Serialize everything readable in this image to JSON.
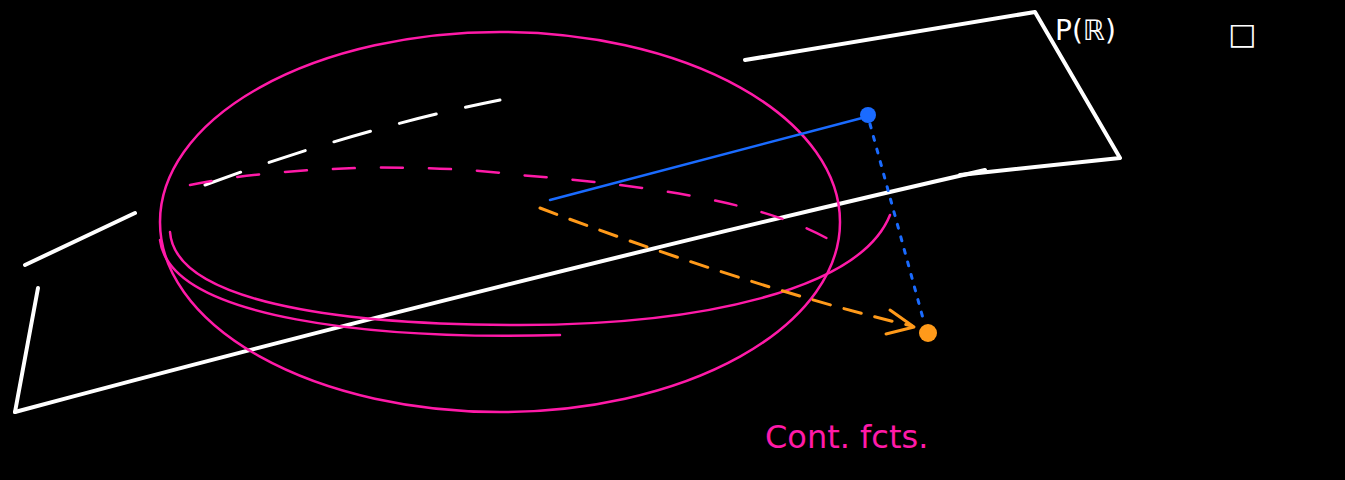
{
  "diagram": {
    "labels": [
      "P(ℝ)",
      "□",
      "Cont. fcts."
    ]
  }
}
